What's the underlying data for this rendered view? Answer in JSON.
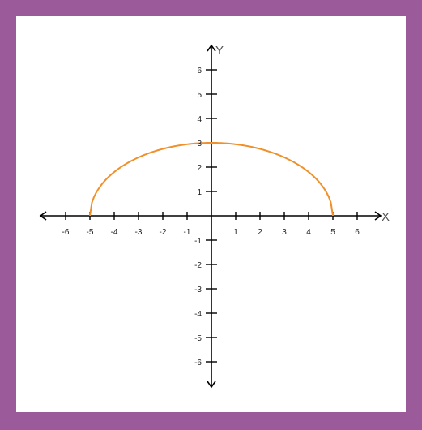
{
  "colors": {
    "border": "#9b5a99",
    "background": "#ffffff",
    "axis": "#000000",
    "curve": "#f0902a"
  },
  "chart_data": {
    "type": "line",
    "title": "",
    "xlabel": "X",
    "ylabel": "Y",
    "xlim": [
      -7,
      7
    ],
    "ylim": [
      -7,
      7
    ],
    "grid": false,
    "x_ticks": [
      -6,
      -5,
      -4,
      -3,
      -2,
      -1,
      1,
      2,
      3,
      4,
      5,
      6
    ],
    "y_ticks": [
      -6,
      -5,
      -4,
      -3,
      -2,
      -1,
      1,
      2,
      3,
      4,
      5,
      6
    ],
    "x_tick_labels": [
      "-6",
      "-5",
      "-4",
      "-3",
      "-2",
      "-1",
      "1",
      "2",
      "3",
      "4",
      "5",
      "6"
    ],
    "y_tick_labels": [
      "-6",
      "-5",
      "-4",
      "-3",
      "-2",
      "-1",
      "1",
      "2",
      "3",
      "4",
      "5",
      "6"
    ],
    "series": [
      {
        "curve": "upper half-ellipse x^2/25 + y^2/9 = 1",
        "x": [
          -5,
          -4.5,
          -4,
          -3,
          -2,
          -1,
          0,
          1,
          2,
          3,
          4,
          4.5,
          5
        ],
        "y": [
          0,
          1.31,
          1.8,
          2.4,
          2.75,
          2.94,
          3,
          2.94,
          2.75,
          2.4,
          1.8,
          1.31,
          0
        ]
      }
    ]
  }
}
